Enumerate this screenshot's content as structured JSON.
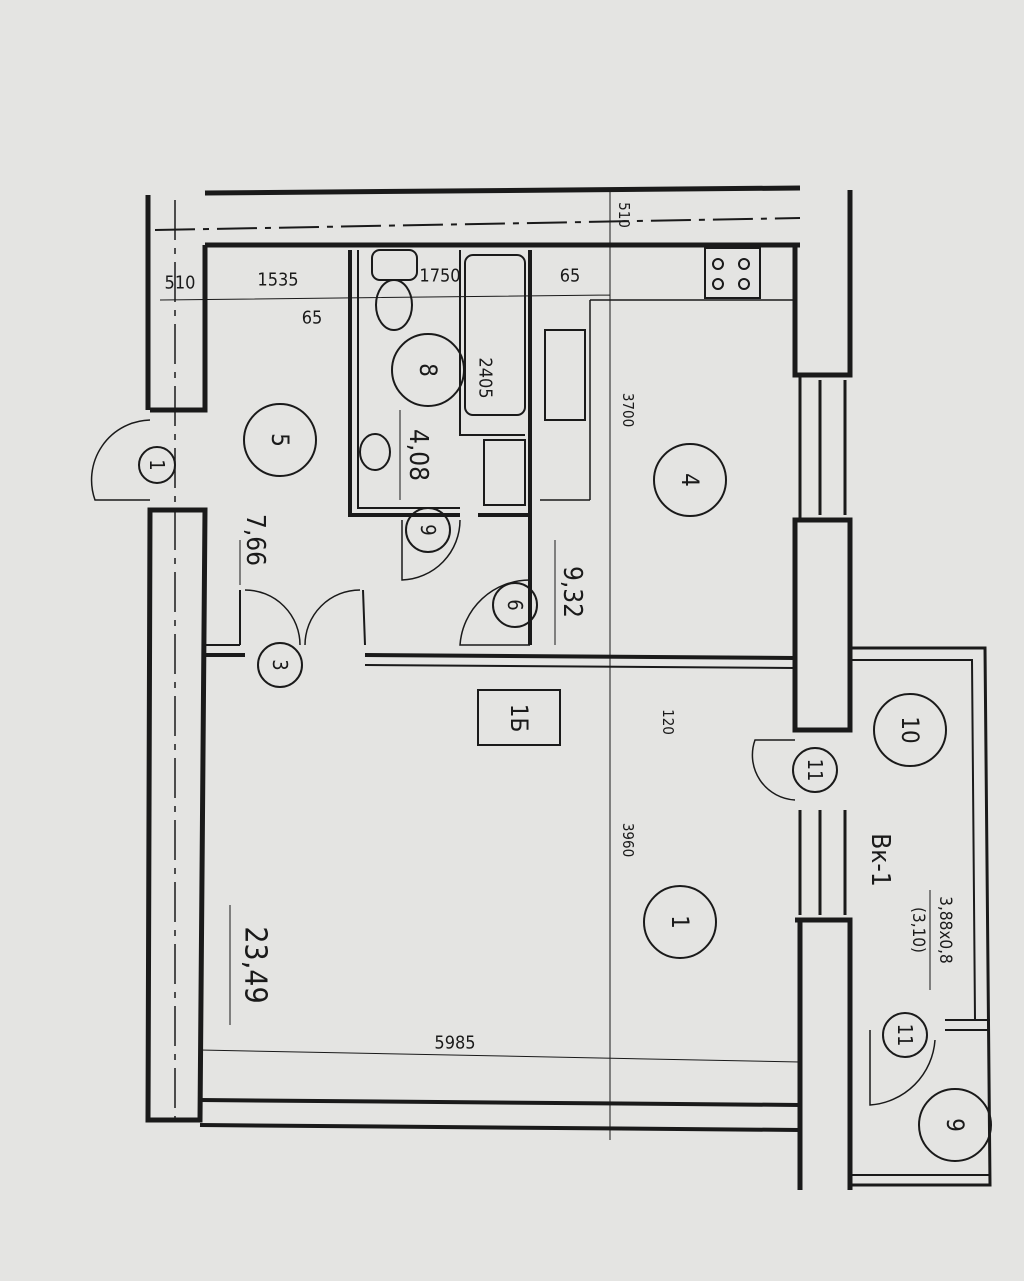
{
  "plan": {
    "room_numbers": {
      "entrance_door": "1",
      "hall": "5",
      "bathroom": "8",
      "bath_door": "9",
      "kitchen_door": "6",
      "room_door": "3",
      "kitchen": "4",
      "living_room": "1",
      "loggia": "10",
      "loggia_door_top": "11",
      "loggia_door_bottom": "11",
      "loggia_room_door": "9"
    },
    "apartment_type": "1Б",
    "areas": {
      "hall": "7,66",
      "bathroom": "4,08",
      "kitchen": "9,32",
      "living_room": "23,49"
    },
    "dimensions": {
      "wall_left": "510",
      "hall_width": "1535",
      "partition_left": "65",
      "bathroom_width": "1750",
      "partition_right": "65",
      "bathroom_length": "2405",
      "wall_top": "510",
      "kitchen_length": "3700",
      "partition_mid": "120",
      "room_length": "3960",
      "room_width": "5985"
    },
    "loggia": {
      "label": "Вк-1",
      "size": "3,88x0,8",
      "area": "(3,10)"
    }
  }
}
